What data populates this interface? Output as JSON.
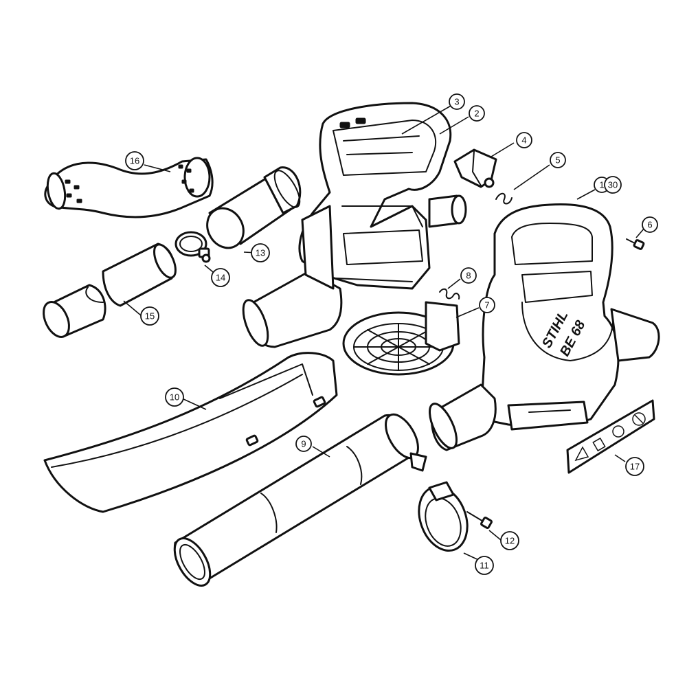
{
  "diagram": {
    "brand_text": "STIHL",
    "model_text": "BE 68",
    "callouts": [
      {
        "id": "c1",
        "label": "1"
      },
      {
        "id": "c30",
        "label": "30"
      },
      {
        "id": "c2",
        "label": "2"
      },
      {
        "id": "c3",
        "label": "3"
      },
      {
        "id": "c4",
        "label": "4"
      },
      {
        "id": "c5",
        "label": "5"
      },
      {
        "id": "c6",
        "label": "6"
      },
      {
        "id": "c7",
        "label": "7"
      },
      {
        "id": "c8",
        "label": "8"
      },
      {
        "id": "c9",
        "label": "9"
      },
      {
        "id": "c10",
        "label": "10"
      },
      {
        "id": "c11",
        "label": "11"
      },
      {
        "id": "c12",
        "label": "12"
      },
      {
        "id": "c13",
        "label": "13"
      },
      {
        "id": "c14",
        "label": "14"
      },
      {
        "id": "c15",
        "label": "15"
      },
      {
        "id": "c16",
        "label": "16"
      },
      {
        "id": "c17",
        "label": "17"
      }
    ]
  }
}
